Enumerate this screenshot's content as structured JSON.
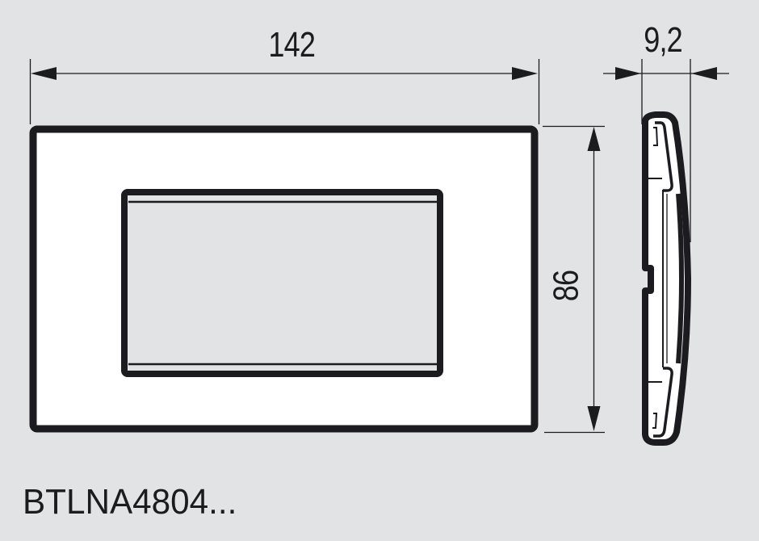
{
  "drawing": {
    "title": "Cover plate dimension drawing",
    "background_color": "#e2e3e5",
    "line_color": "#1c1b1f",
    "plate_face_color": "#ffffff",
    "inner_opening_color": "#e2e3e5"
  },
  "dimensions": {
    "width": {
      "value": "142",
      "unit": "mm",
      "label": "142"
    },
    "height": {
      "value": "86",
      "unit": "mm",
      "label": "86"
    },
    "depth": {
      "value": "9,2",
      "unit": "mm",
      "label": "9,2"
    }
  },
  "views": [
    {
      "name": "front-view",
      "description": "Front view of rectangular cover plate with rectangular opening"
    },
    {
      "name": "side-view",
      "description": "Side profile of cover plate showing depth and clip details"
    }
  ],
  "product": {
    "code": "BTLNA4804..."
  }
}
